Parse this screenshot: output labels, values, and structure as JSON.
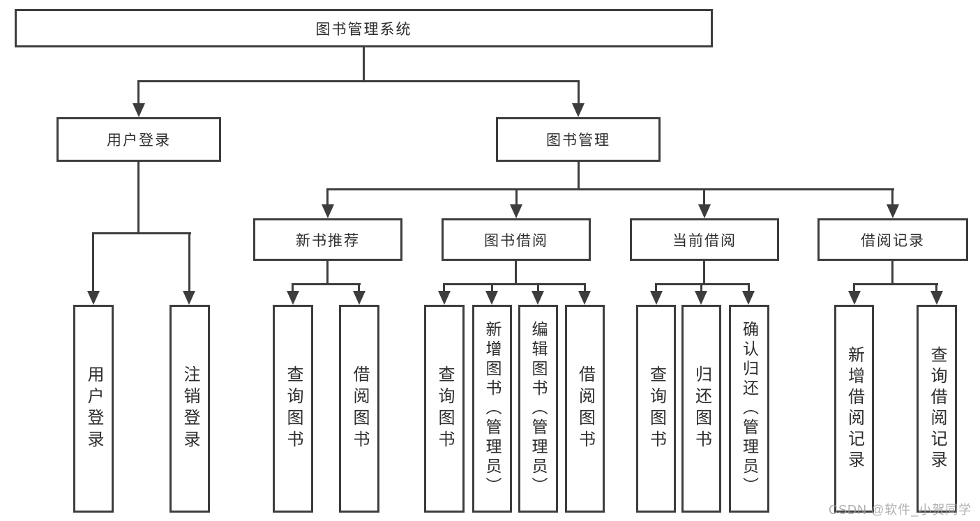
{
  "diagram": {
    "root": {
      "label": "图书管理系统"
    },
    "level2": {
      "user_login": {
        "label": "用户登录"
      },
      "book_mgmt": {
        "label": "图书管理"
      }
    },
    "level3": {
      "new_book_rec": {
        "label": "新书推荐"
      },
      "book_borrow": {
        "label": "图书借阅"
      },
      "current_borrow": {
        "label": "当前借阅"
      },
      "borrow_record": {
        "label": "借阅记录"
      }
    },
    "leaves": {
      "user_login": {
        "label": "用户登录"
      },
      "logout": {
        "label": "注销登录"
      },
      "rec_query_book": {
        "label": "查询图书"
      },
      "rec_borrow_book": {
        "label": "借阅图书"
      },
      "bor_query_book": {
        "label": "查询图书"
      },
      "bor_add_book": {
        "label": "新增图书（管理员）"
      },
      "bor_edit_book": {
        "label": "编辑图书（管理员）"
      },
      "bor_borrow_book": {
        "label": "借阅图书"
      },
      "cur_query_book": {
        "label": "查询图书"
      },
      "cur_return_book": {
        "label": "归还图书"
      },
      "cur_confirm_return": {
        "label": "确认归还（管理员）"
      },
      "log_add_record": {
        "label": "新增借阅记录"
      },
      "log_query_record": {
        "label": "查询借阅记录"
      }
    },
    "watermark": {
      "text": "CSDN @软件_小贺同学"
    },
    "colors": {
      "line": "#3d3d3d",
      "text": "#2d2d2d",
      "watermark": "#a0a0a0",
      "background": "#ffffff"
    }
  }
}
